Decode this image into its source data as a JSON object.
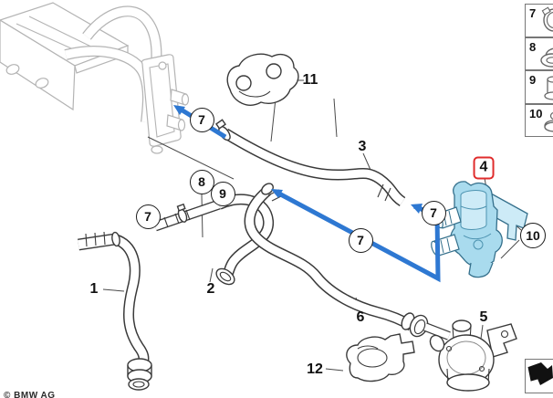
{
  "callouts": {
    "n1": "1",
    "n2": "2",
    "n3": "3",
    "n4": "4",
    "n5": "5",
    "n6": "6",
    "n7": "7",
    "n8": "8",
    "n9": "9",
    "n10": "10",
    "n11": "11",
    "n12": "12"
  },
  "legend": {
    "rows": [
      {
        "num": "7",
        "icon": "hose-clamp-icon"
      },
      {
        "num": "8",
        "icon": "grommet-icon"
      },
      {
        "num": "9",
        "icon": "pipe-stub-icon"
      },
      {
        "num": "10",
        "icon": "sealing-cap-icon"
      }
    ]
  },
  "footer": {
    "copyright": "© BMW AG"
  },
  "colors": {
    "highlight_blue": "#2e78d2",
    "selected_part_fill": "#a9dbee",
    "selected_part_fill_light": "#cdebf7",
    "selected_part_stroke": "#35708c",
    "red_callout_box": "#e02c2c"
  }
}
